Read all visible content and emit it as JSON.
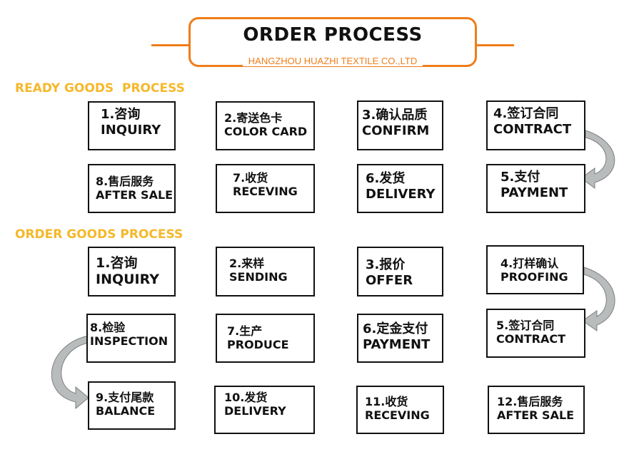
{
  "header": {
    "title": "ORDER PROCESS",
    "subtitle": "HANGZHOU HUAZHI TEXTILE CO.,LTD"
  },
  "ready_goods": {
    "heading": "READY GOODS  PROCESS",
    "steps": [
      {
        "cn": "1.咨询",
        "en": "INQUIRY"
      },
      {
        "cn": "2.寄送色卡",
        "en": "COLOR CARD"
      },
      {
        "cn": "3.确认品质",
        "en": "CONFIRM"
      },
      {
        "cn": "4.签订合同",
        "en": "CONTRACT"
      },
      {
        "cn": "5.支付",
        "en": "PAYMENT"
      },
      {
        "cn": "6.发货",
        "en": "DELIVERY"
      },
      {
        "cn": "7.收货",
        "en": "RECEVING"
      },
      {
        "cn": "8.售后服务",
        "en": "AFTER SALE"
      }
    ]
  },
  "order_goods": {
    "heading": "ORDER GOODS PROCESS",
    "steps": [
      {
        "cn": "1.咨询",
        "en": "INQUIRY"
      },
      {
        "cn": "2.来样",
        "en": "SENDING"
      },
      {
        "cn": "3.报价",
        "en": "OFFER"
      },
      {
        "cn": "4.打样确认",
        "en": "PROOFING"
      },
      {
        "cn": "5.签订合同",
        "en": "CONTRACT"
      },
      {
        "cn": "6.定金支付",
        "en": "PAYMENT"
      },
      {
        "cn": "7.生产",
        "en": "PRODUCE"
      },
      {
        "cn": "8.检验",
        "en": "INSPECTION"
      },
      {
        "cn": "9.支付尾款",
        "en": "BALANCE"
      },
      {
        "cn": "10.发货",
        "en": "DELIVERY"
      },
      {
        "cn": "11.收货",
        "en": "RECEVING"
      },
      {
        "cn": "12.售后服务",
        "en": "AFTER SALE"
      }
    ]
  },
  "colors": {
    "accent_orange": "#ef7d1a",
    "section_yellow": "#f5b82a",
    "arrow_gray": "#b9bcbc"
  }
}
